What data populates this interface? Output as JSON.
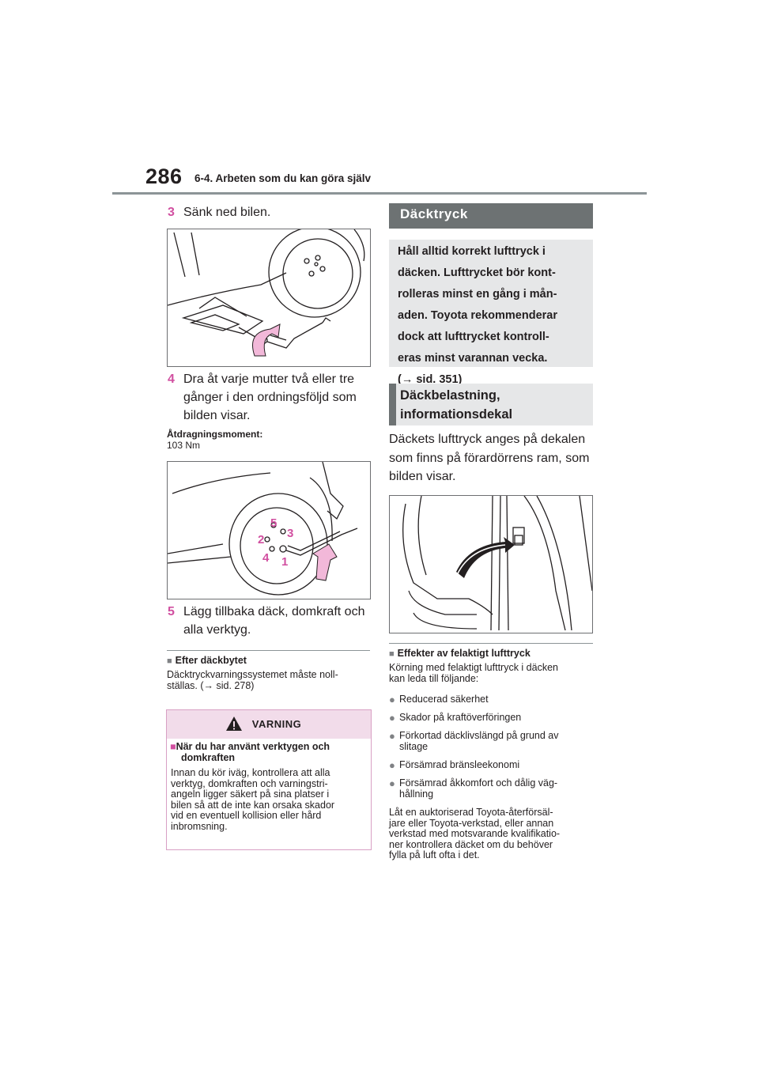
{
  "header": {
    "page_number": "286",
    "chapter": "6-4. Arbeten som du kan göra själv"
  },
  "left": {
    "step3": {
      "num": "3",
      "text": "Sänk ned bilen."
    },
    "step4": {
      "num": "4",
      "line1": "Dra åt varje mutter två eller tre",
      "line2": "gånger i den ordningsföljd som",
      "line3": "bilden visar."
    },
    "torque": {
      "label": "Åtdragningsmoment:",
      "value": "103 Nm"
    },
    "figure2_labels": [
      "5",
      "3",
      "2",
      "4",
      "1"
    ],
    "step5": {
      "num": "5",
      "line1": "Lägg tillbaka däck, domkraft och",
      "line2": "alla verktyg."
    },
    "after": {
      "heading": "Efter däckbytet",
      "line1": "Däcktryckvarningssystemet måste noll-",
      "line2": "ställas. (→ sid. 278)"
    },
    "warning": {
      "title": "VARNING",
      "heading_line1": "När du har använt verktygen och",
      "heading_line2": "domkraften",
      "body": [
        "Innan du kör iväg, kontrollera att alla",
        "verktyg, domkraften och varningstri-",
        "angeln ligger säkert på sina platser i",
        "bilen så att de inte kan orsaka skador",
        "vid en eventuell kollision eller hård",
        "inbromsning."
      ]
    }
  },
  "right": {
    "section_title": "Däcktryck",
    "info_box": [
      "Håll alltid korrekt lufttryck i",
      "däcken. Lufttrycket bör kont-",
      "rolleras minst en gång i mån-",
      "aden. Toyota rekommenderar",
      "dock att lufttrycket kontroll-",
      "eras minst varannan vecka.",
      "(→ sid. 351)"
    ],
    "subsection_title": [
      "Däckbelastning,",
      "informationsdekal"
    ],
    "intro": [
      "Däckets lufttryck anges på dekalen",
      "som finns på förardörrens ram, som",
      "bilden visar."
    ],
    "effects": {
      "heading": "Effekter av felaktigt lufttryck",
      "intro": [
        "Körning med felaktigt lufttryck i däcken",
        "kan leda till följande:"
      ],
      "bullets": [
        [
          "Reducerad säkerhet"
        ],
        [
          "Skador på kraftöverföringen"
        ],
        [
          "Förkortad däcklivslängd på grund av",
          "slitage"
        ],
        [
          "Försämrad bränsleekonomi"
        ],
        [
          "Försämrad åkkomfort och dålig väg-",
          "hållning"
        ]
      ],
      "outro": [
        "Låt en auktoriserad Toyota-återförsäl-",
        "jare eller Toyota-verkstad, eller annan",
        "verkstad med motsvarande kvalifikatio-",
        "ner kontrollera däcket om du behöver",
        "fylla på luft ofta i det."
      ]
    }
  },
  "colors": {
    "accent": "#d14fa0",
    "grey": "#6d7273",
    "light_grey": "#e6e7e8",
    "warn_bg": "#f2dcea"
  }
}
